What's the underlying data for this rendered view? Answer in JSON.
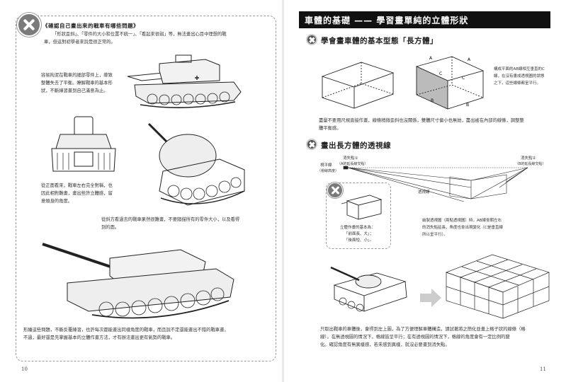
{
  "left_page": {
    "box_title": "《確認自己畫出來的戰車有哪些問題》",
    "intro": [
      "「形狀歪斜」、「零件的大小和位置不統一」、「看起來很弱」等，無法畫出心目中理想的戰",
      "車，但這對初學者來說是很正常的。"
    ],
    "note1": [
      "容易拘泥在戰車的細部零件上，導致",
      "整體失去了平衡。瞭解戰車的基本形",
      "狀，不斷練習畫到自己滿意為止。"
    ],
    "note2": [
      "從正面看來，戰車左右完全對稱，也",
      "因此相對難畫，畫出些許立體感，留",
      "意傾身的角度。"
    ],
    "note3": [
      "從斜方看過去的戰車果然很難畫，不要隨描所有的零件大小，以及看得",
      "到的面。"
    ],
    "bottom_text": [
      "形繪這些問題，不斷反覆練習，也許每次都能畫出同樣角度的戰車，而且說不定還能畫出不錯的戰車畫，",
      "不過，最好還是先掌握基本的立體作畫方法，才有辦法畫出更有氣勢的戰車。"
    ],
    "page_number": "10"
  },
  "right_page": {
    "header": "車體的基礎 —— 學習畫單純的立體形狀",
    "section1_title": "學會畫車體的基本型態「長方體」",
    "box_note": [
      "構成平面的AB線相互垂直的C",
      "線，在沒有畫成透視圖的狀態",
      "之下，這些線條都呈平行。"
    ],
    "box_labels": [
      "A",
      "B",
      "C"
    ],
    "section1_text": [
      "盡量不要用尺規直接作畫，線條稍微歪斜也沒關係，雙體尺寸偏小也無妨，盡出被在內部的線條，調整整",
      "體平衡感。"
    ],
    "section2_title": "畫出長方體的透視線",
    "vp1": [
      "消失點①",
      "（A的延長線交點）"
    ],
    "vp2": [
      "消失點②",
      "（B的延長線交點）"
    ],
    "eye_level": [
      "視平線",
      "（視線高度）"
    ],
    "perspective_label": "透視線",
    "small_box_note": [
      "立體作畫的基本為：",
      "「前面長、大」；",
      "「後面短、小」。"
    ],
    "persp_note": [
      "繪製透視圖（兩點透視圖）時，AB線會朝左右",
      "的消失點延長，角度也會出現變化（C是垂直線",
      "所以呈平行）。"
    ],
    "bottom_text": [
      "只取出戰車的車體後，會得到左上圖，為了方便理解車體構造，請試著將之簡化並畫上格子狀的線條（格",
      "線）。在無透視圖的情況下，格線皆呈平行；在有透視圖的情況下，格線的角度會有一定比例的變",
      "化。確認角度有無異樣感，若未感到異樣，就沒必要畫到消失點。"
    ],
    "page_number": "11"
  },
  "colors": {
    "header_bg": "#111111",
    "header_text": "#ffffff",
    "icon_gray": "#7a7a7a",
    "arrow_gray": "#cccccc"
  }
}
